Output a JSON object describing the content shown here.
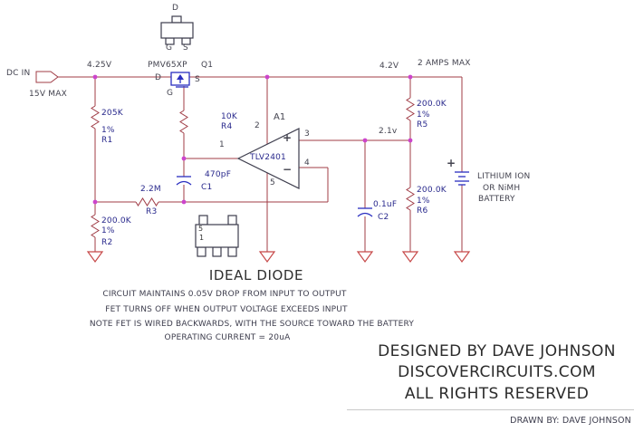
{
  "colors": {
    "wire": "#a03c46",
    "ground": "#c64848",
    "junction": "#cc44cc",
    "symbol_blue": "#2a2ec0",
    "label_navy": "#28288c",
    "text_dark": "#43434f"
  },
  "schematic": {
    "dc_in": "DC IN",
    "dc_in_max": "15V MAX",
    "v_in": "4.25V",
    "v_out": "4.2V",
    "v_mid": "2.1v",
    "amps": "2 AMPS MAX",
    "q1": {
      "part": "PMV65XP",
      "ref": "Q1",
      "d": "D",
      "g": "G",
      "s": "S"
    },
    "pkg_top": {
      "d": "D",
      "g": "G",
      "s": "S"
    },
    "ic_pkg": {
      "pin5": "5",
      "pin1": "1"
    },
    "opamp": {
      "ref": "A1",
      "part": "TLV2401",
      "plus": "+",
      "minus": "−",
      "pin1": "1",
      "pin2": "2",
      "pin3": "3",
      "pin4": "4",
      "pin5": "5"
    },
    "r1": {
      "value": "205K",
      "tol": "1%",
      "ref": "R1"
    },
    "r2": {
      "value": "200.0K",
      "tol": "1%",
      "ref": "R2"
    },
    "r3": {
      "value": "2.2M",
      "ref": "R3"
    },
    "r4": {
      "value": "10K",
      "ref": "R4"
    },
    "r5": {
      "value": "200.0K",
      "tol": "1%",
      "ref": "R5"
    },
    "r6": {
      "value": "200.0K",
      "tol": "1%",
      "ref": "R6"
    },
    "c1": {
      "value": "470pF",
      "ref": "C1"
    },
    "c2": {
      "value": "0.1uF",
      "ref": "C2"
    },
    "battery": {
      "plus": "+",
      "line1": "LITHIUM ION",
      "line2": "OR NiMH",
      "line3": "BATTERY"
    }
  },
  "notes": {
    "title": "IDEAL DIODE",
    "line1": "CIRCUIT MAINTAINS 0.05V DROP FROM INPUT TO OUTPUT",
    "line2": "FET TURNS OFF WHEN OUTPUT VOLTAGE EXCEEDS INPUT",
    "line3": "NOTE FET IS WIRED BACKWARDS, WITH THE SOURCE TOWARD THE BATTERY",
    "line4": "OPERATING CURRENT = 20uA"
  },
  "credits": {
    "designed_by": "DESIGNED BY DAVE JOHNSON",
    "site": "DISCOVERCIRCUITS.COM",
    "rights": "ALL RIGHTS RESERVED",
    "drawn_by": "DRAWN BY: DAVE JOHNSON"
  }
}
